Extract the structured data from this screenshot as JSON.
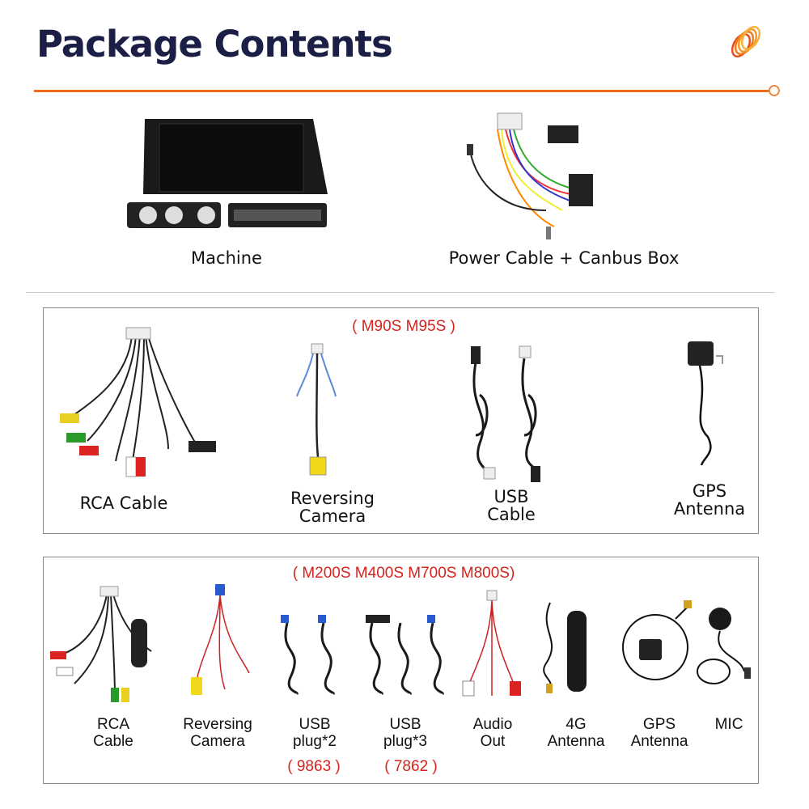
{
  "header": {
    "title": "Package Contents",
    "accent_color": "#ee6a1f",
    "title_color": "#1b1f45"
  },
  "top_items": [
    {
      "label": "Machine"
    },
    {
      "label": "Power Cable + Canbus Box"
    }
  ],
  "group1": {
    "models": "( M90S M95S )",
    "items": [
      {
        "label": "RCA Cable"
      },
      {
        "label": "Reversing\nCamera"
      },
      {
        "label": "USB\nCable"
      },
      {
        "label": "GPS\nAntenna"
      }
    ]
  },
  "group2": {
    "models": "( M200S M400S M700S M800S)",
    "items": [
      {
        "label": "RCA\nCable"
      },
      {
        "label": "Reversing\nCamera"
      },
      {
        "label": "USB\nplug*2",
        "note": "( 9863 )"
      },
      {
        "label": "USB\nplug*3",
        "note": "( 7862 )"
      },
      {
        "label": "Audio\nOut"
      },
      {
        "label": "4G\nAntenna"
      },
      {
        "label": "GPS\nAntenna"
      },
      {
        "label": "MIC"
      }
    ]
  }
}
